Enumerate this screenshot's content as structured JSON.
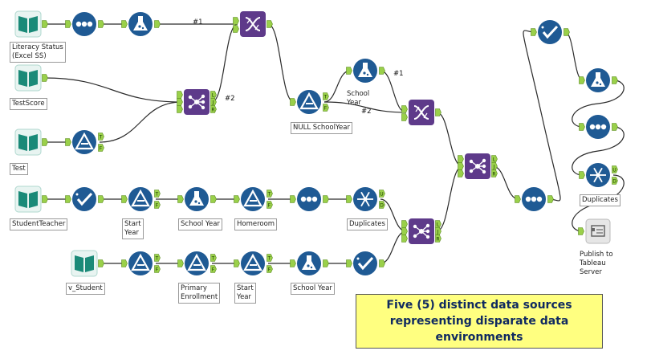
{
  "workflow": {
    "tools": [
      {
        "id": "literacy_input",
        "type": "input",
        "icon": "book-input-icon",
        "label": "Literacy Status\n(Excel SS)"
      },
      {
        "id": "literacy_select",
        "type": "select",
        "icon": "select-dots-icon",
        "label": ""
      },
      {
        "id": "literacy_formula",
        "type": "formula",
        "icon": "formula-flask-icon",
        "label": ""
      },
      {
        "id": "testscore_input",
        "type": "input",
        "icon": "book-input-icon",
        "label": "TestScore"
      },
      {
        "id": "test_input",
        "type": "input",
        "icon": "book-input-icon",
        "label": "Test"
      },
      {
        "id": "test_filter",
        "type": "filter",
        "icon": "filter-triangle-icon",
        "label": ""
      },
      {
        "id": "union_top",
        "type": "union",
        "icon": "union-icon",
        "label": ""
      },
      {
        "id": "join_top",
        "type": "join",
        "icon": "join-dna-icon",
        "label": ""
      },
      {
        "id": "null_filter",
        "type": "filter",
        "icon": "filter-triangle-icon",
        "label": "NULL SchoolYear"
      },
      {
        "id": "school_formula_top",
        "type": "formula",
        "icon": "formula-flask-icon",
        "label": "School\nYear"
      },
      {
        "id": "join_mid",
        "type": "join",
        "icon": "join-dna-icon",
        "label": ""
      },
      {
        "id": "st_input",
        "type": "input",
        "icon": "book-input-icon",
        "label": "StudentTeacher"
      },
      {
        "id": "st_check",
        "type": "datacleanse",
        "icon": "check-icon",
        "label": ""
      },
      {
        "id": "st_filter_start",
        "type": "filter",
        "icon": "filter-triangle-icon",
        "label": "Start\nYear"
      },
      {
        "id": "st_formula_school",
        "type": "formula",
        "icon": "formula-flask-icon",
        "label": "School Year"
      },
      {
        "id": "st_filter_home",
        "type": "filter",
        "icon": "filter-triangle-icon",
        "label": "Homeroom"
      },
      {
        "id": "st_select",
        "type": "select",
        "icon": "select-dots-icon",
        "label": ""
      },
      {
        "id": "st_unique",
        "type": "unique",
        "icon": "snowflake-unique-icon",
        "label": "Duplicates"
      },
      {
        "id": "vs_input",
        "type": "input",
        "icon": "book-input-icon",
        "label": "v_Student"
      },
      {
        "id": "vs_filter1",
        "type": "filter",
        "icon": "filter-triangle-icon",
        "label": ""
      },
      {
        "id": "vs_filter_primary",
        "type": "filter",
        "icon": "filter-triangle-icon",
        "label": "Primary\nEnrollment"
      },
      {
        "id": "vs_filter_start",
        "type": "filter",
        "icon": "filter-triangle-icon",
        "label": "Start\nYear"
      },
      {
        "id": "vs_formula_school",
        "type": "formula",
        "icon": "formula-flask-icon",
        "label": "School Year"
      },
      {
        "id": "vs_check",
        "type": "datacleanse",
        "icon": "check-icon",
        "label": ""
      },
      {
        "id": "union_bottom",
        "type": "union",
        "icon": "union-icon",
        "label": ""
      },
      {
        "id": "union_mid",
        "type": "union",
        "icon": "union-icon",
        "label": ""
      },
      {
        "id": "final_select",
        "type": "select",
        "icon": "select-dots-icon",
        "label": ""
      },
      {
        "id": "right_check",
        "type": "datacleanse",
        "icon": "check-icon",
        "label": ""
      },
      {
        "id": "right_formula",
        "type": "formula",
        "icon": "formula-flask-icon",
        "label": ""
      },
      {
        "id": "right_select",
        "type": "select",
        "icon": "select-dots-icon",
        "label": ""
      },
      {
        "id": "right_unique",
        "type": "unique",
        "icon": "snowflake-unique-icon",
        "label": "Duplicates"
      },
      {
        "id": "publish_tableau",
        "type": "publish",
        "icon": "publish-tableau-icon",
        "label": "Publish to\nTableau\nServer"
      }
    ],
    "wire_labels": [
      {
        "id": "w_join_top_1",
        "text": "#1"
      },
      {
        "id": "w_join_top_2",
        "text": "#2"
      },
      {
        "id": "w_join_mid_1",
        "text": "#1"
      },
      {
        "id": "w_join_mid_2",
        "text": "#2"
      }
    ],
    "anchor_letters": {
      "true": "T",
      "false": "F",
      "join_left": "L",
      "join_join": "J",
      "join_right": "R",
      "union": "U",
      "duplicates": "D"
    }
  },
  "note": {
    "text": "Five (5) distinct data sources representing disparate data environments"
  },
  "colors": {
    "canvas": "#ffffff",
    "tool_blue": "#1f5a94",
    "input_green": "#1a8a78",
    "join_purple": "#5e3a8a",
    "anchor_green": "#9ad04a",
    "wire": "#2b2b2b",
    "note_bg": "#ffff80",
    "note_text": "#102a60"
  }
}
